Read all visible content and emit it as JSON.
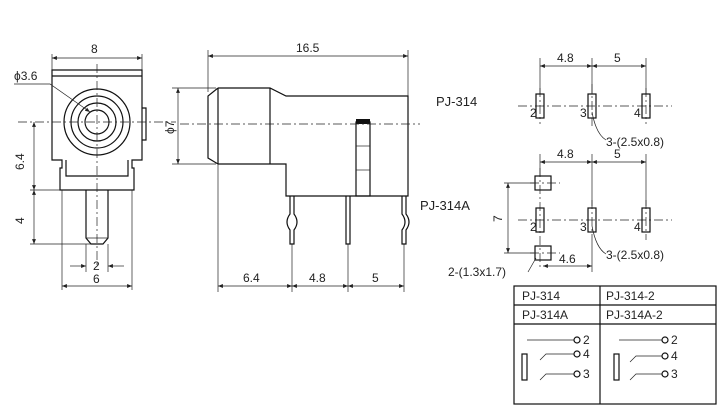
{
  "front_view": {
    "dim_width": "8",
    "dim_diameter": "ϕ3.6",
    "dim_height_upper": "6.4",
    "dim_height_lower": "4",
    "dim_pin_width": "2",
    "dim_base_width": "6"
  },
  "side_view": {
    "dim_length": "16.5",
    "dim_diameter": "ϕ7",
    "dim_pin_a": "6.4",
    "dim_pin_b": "4.8",
    "dim_pin_c": "5"
  },
  "models": {
    "pj314": "PJ-314",
    "pj314a": "PJ-314A"
  },
  "footprint_pj314": {
    "dim_a": "4.8",
    "dim_b": "5",
    "pin_2": "2",
    "pin_3": "3",
    "pin_4": "4",
    "slot_note": "3-(2.5x0.8)"
  },
  "footprint_pj314a": {
    "dim_a": "4.8",
    "dim_b": "5",
    "dim_height": "7",
    "dim_offset": "4.6",
    "pin_2": "2",
    "pin_3": "3",
    "pin_4": "4",
    "slot_note": "3-(2.5x0.8)",
    "hole_note": "2-(1.3x1.7)"
  },
  "legend_table": {
    "col1_row1": "PJ-314",
    "col2_row1": "PJ-314-2",
    "col1_row2": "PJ-314A",
    "col2_row2": "PJ-314A-2",
    "col1_pins": [
      "2",
      "4",
      "3"
    ],
    "col2_pins": [
      "2",
      "4",
      "3"
    ]
  }
}
